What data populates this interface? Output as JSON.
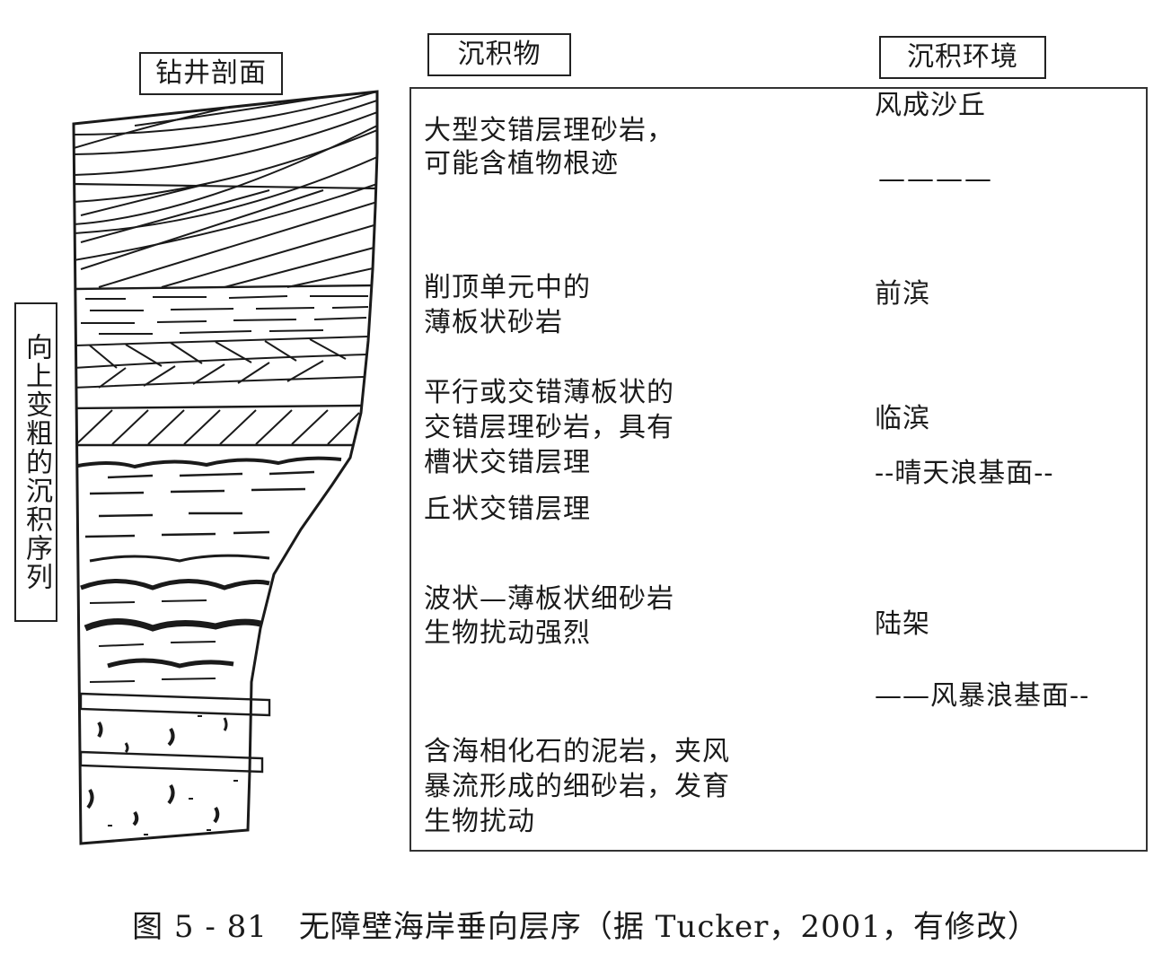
{
  "headers": {
    "section": "钻井剖面",
    "sediments": "沉积物",
    "environment": "沉积环境"
  },
  "side_label": "向上变粗的沉积序列",
  "sediments": [
    {
      "line1": "大型交错层理砂岩，",
      "line2": "可能含植物根迹"
    },
    {
      "line1": "削顶单元中的",
      "line2": "薄板状砂岩"
    },
    {
      "line1": "平行或交错薄板状的",
      "line2": "交错层理砂岩，具有",
      "line3": "槽状交错层理"
    },
    {
      "line1": "丘状交错层理"
    },
    {
      "line1": "波状—薄板状细砂岩",
      "line2": "生物扰动强烈"
    },
    {
      "line1": "含海相化石的泥岩，夹风",
      "line2": "暴流形成的细砂岩，发育",
      "line3": "生物扰动"
    }
  ],
  "environments": {
    "dune": "风成沙丘",
    "divider1": "————",
    "foreshore": "前滨",
    "shoreface": "临滨",
    "fair_weather_base": "--晴天浪基面--",
    "shelf": "陆架",
    "storm_base": "——风暴浪基面--"
  },
  "caption": "图 5 - 81　无障壁海岸垂向层序（据 Tucker，2001，有修改）"
}
